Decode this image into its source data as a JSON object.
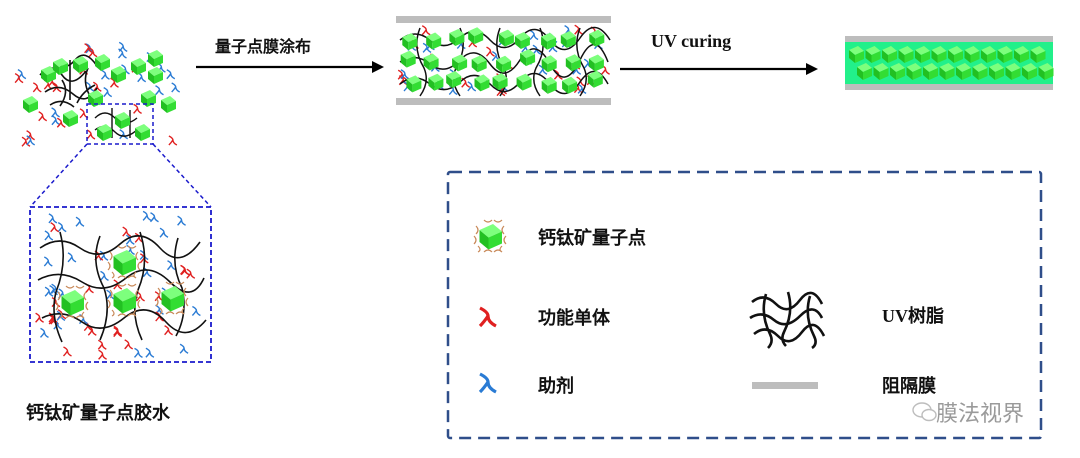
{
  "labels": {
    "step1": "量子点膜涂布",
    "step2": "UV curing",
    "glue": "钙钛矿量子点胶水"
  },
  "legend": {
    "items": [
      {
        "label": "钙钛矿量子点",
        "icon": "perovskite-quantum-dot-icon"
      },
      {
        "label": "功能单体",
        "icon": "functional-monomer-icon"
      },
      {
        "label": "UV树脂",
        "icon": "uv-resin-network-icon"
      },
      {
        "label": "助剂",
        "icon": "additive-icon"
      },
      {
        "label": "阻隔膜",
        "icon": "barrier-film-icon"
      }
    ]
  },
  "watermark": "膜法视界",
  "colors": {
    "quantum_dot": "#33dd33",
    "functional_monomer": "#e02020",
    "additive": "#2a7bd4",
    "resin": "#111111",
    "barrier_film": "#bdbdbd",
    "cured_film": "#22f08a",
    "dashed_border": "#2f4e8a",
    "zoom_box": "#1a1acc",
    "ligand": "#c98a5a"
  }
}
